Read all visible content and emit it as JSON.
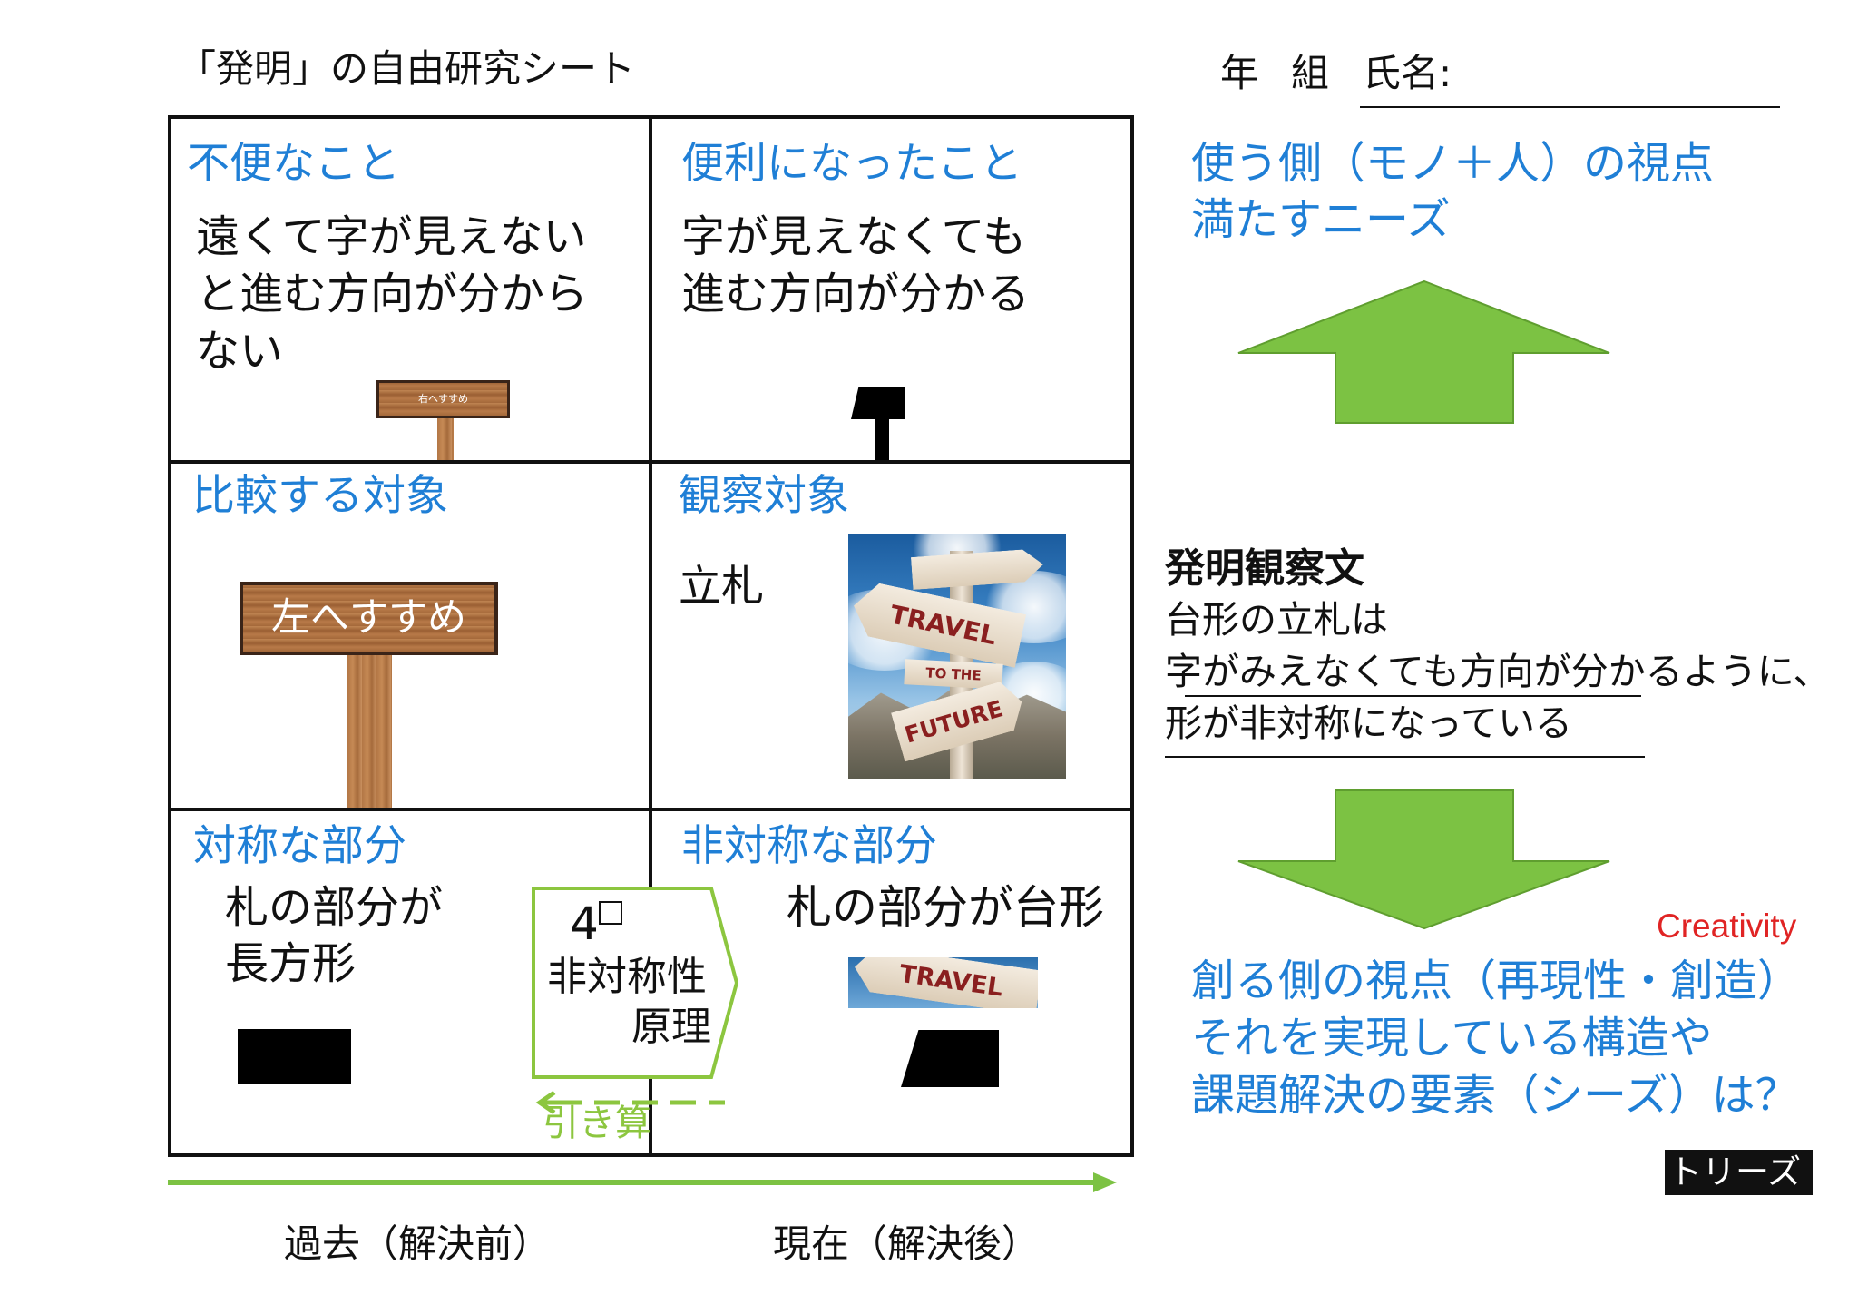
{
  "sheet": {
    "title": "「発明」の自由研究シート",
    "name_field": {
      "year_label": "年",
      "class_label": "組",
      "name_label": "氏名:"
    }
  },
  "grid": {
    "inconvenience": {
      "heading": "不便なこと",
      "lines": [
        "遠くて字が見えない",
        "と進む方向が分から",
        "ない"
      ],
      "sign_text": "右へすすめ"
    },
    "convenience": {
      "heading": "便利になったこと",
      "lines": [
        "字が見えなくても",
        "進む方向が分かる"
      ]
    },
    "comparison": {
      "heading": "比較する対象",
      "sign_text": "左へすすめ"
    },
    "observation": {
      "heading": "観察対象",
      "label": "立札",
      "photo_text": [
        "TRAVEL",
        "TO THE",
        "FUTURE"
      ]
    },
    "symmetric": {
      "heading": "対称な部分",
      "lines": [
        "札の部分が",
        "長方形"
      ]
    },
    "asymmetric": {
      "heading": "非対称な部分",
      "text": "札の部分が台形",
      "photo_text": "TRAVEL"
    }
  },
  "principle": {
    "number": "4",
    "lines": [
      "非対称性",
      "原理"
    ]
  },
  "subtraction_label": "引き算",
  "timeline": {
    "past": "過去（解決前）",
    "present": "現在（解決後）"
  },
  "user_view": {
    "lines": [
      "使う側（モノ＋人）の視点",
      "満たすニーズ"
    ]
  },
  "observation_statement": {
    "heading": "発明観察文",
    "lines": [
      "台形の立札は",
      "字がみえなくても方向が分かるように、",
      "形が非対称になっている"
    ]
  },
  "creativity_label": "Creativity",
  "creator_view": {
    "lines": [
      "創る側の視点（再現性・創造）",
      "それを実現している構造や",
      "課題解決の要素（シーズ）は？"
    ]
  },
  "triz_badge": "トリーズ",
  "colors": {
    "heading_blue": "#1f7fd6",
    "arrow_green": "#7cc243",
    "accent_red": "#e02424"
  }
}
